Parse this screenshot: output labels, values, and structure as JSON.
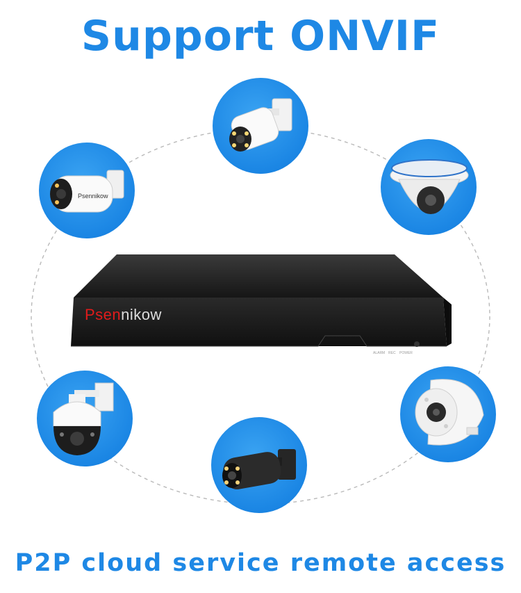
{
  "headline": "Support ONVIF",
  "footline": "P2P cloud service remote access",
  "nvr": {
    "brand_red": "Psen",
    "brand_white": "nikow",
    "indicators": [
      "ALARM",
      "REC",
      "POWER"
    ]
  },
  "cameras": [
    {
      "name": "bullet-camera-white-top",
      "label": ""
    },
    {
      "name": "bullet-camera-white-left",
      "label": "Psennikow"
    },
    {
      "name": "dome-camera",
      "label": ""
    },
    {
      "name": "ptz-camera",
      "label": ""
    },
    {
      "name": "fisheye-camera",
      "label": ""
    },
    {
      "name": "bullet-camera-black",
      "label": ""
    }
  ],
  "colors": {
    "accent": "#1e88e5",
    "bubble": "#1b86e4",
    "nvr_body": "#1a1a1a"
  }
}
